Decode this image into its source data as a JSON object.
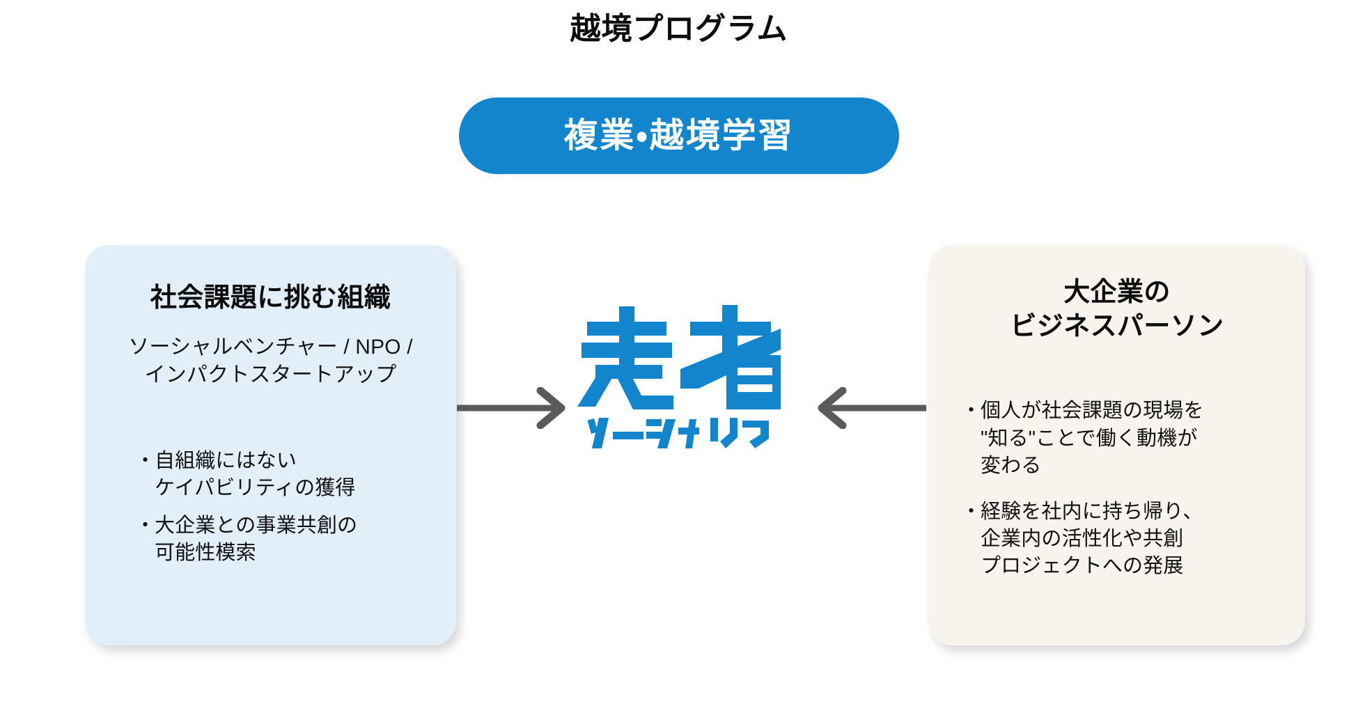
{
  "page": {
    "title": "越境プログラム",
    "background_color": "#ffffff"
  },
  "badge": {
    "label": "複業・越境学習",
    "background_color": "#1285cc",
    "text_color": "#ffffff"
  },
  "center_logo": {
    "wordmark": "走者",
    "tagline": "ソーシャリア",
    "color": "#1285cc"
  },
  "arrows": {
    "left": {
      "name": "arrow-right",
      "direction": "right",
      "color": "#5a5a5a"
    },
    "right": {
      "name": "arrow-left",
      "direction": "left",
      "color": "#5a5a5a"
    }
  },
  "left_card": {
    "background_color": "#e3eff8",
    "title": "社会課題に挑む組織",
    "subtitle_line1": "ソーシャルベンチャー / NPO /",
    "subtitle_line2": "インパクトスタートアップ",
    "bullet_marker": "・",
    "bullets": [
      {
        "line1": "自組織にはない",
        "line2": "ケイパビリティの獲得"
      },
      {
        "line1": "大企業との事業共創の",
        "line2": "可能性模索"
      }
    ]
  },
  "right_card": {
    "background_color": "#f7f4ee",
    "title_line1": "大企業の",
    "title_line2": "ビジネスパーソン",
    "bullet_marker": "・",
    "bullets": [
      {
        "line1": "個人が社会課題の現場を",
        "line2": "\"知る\"ことで働く動機が",
        "line3": "変わる"
      },
      {
        "line1": "経験を社内に持ち帰り、",
        "line2": "企業内の活性化や共創",
        "line3": "プロジェクトへの発展"
      }
    ]
  }
}
